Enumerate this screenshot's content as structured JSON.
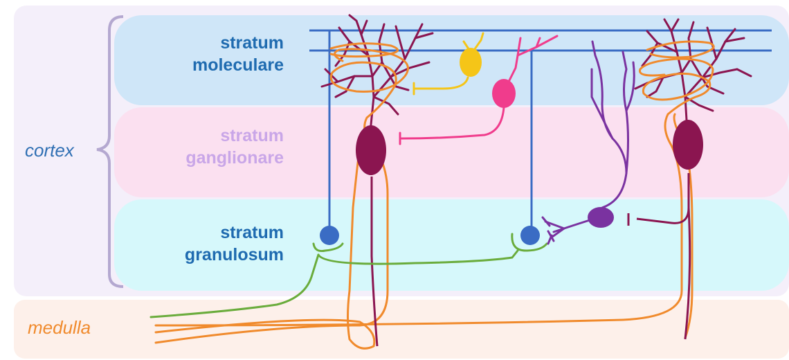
{
  "regions": {
    "cortex": {
      "label": "cortex",
      "color": "#2f6fb3"
    },
    "medulla": {
      "label": "medulla",
      "color": "#f08a2c"
    }
  },
  "layers": [
    {
      "line1": "stratum",
      "line2": "moleculare",
      "color": "#1f6bb0",
      "band": "#cfe6f8"
    },
    {
      "line1": "stratum",
      "line2": "ganglionare",
      "color": "#c9a6e8",
      "band": "#fbe0f0"
    },
    {
      "line1": "stratum",
      "line2": "granulosum",
      "color": "#1f6bb0",
      "band": "#d6f8fb"
    }
  ],
  "colors": {
    "cortex_bg": "#f4effa",
    "medulla_bg": "#fdf0ea",
    "brace": "#b4a8d0",
    "purkinje": "#8b1550",
    "climbing_fiber": "#f08a2c",
    "mossy_fiber": "#6aac3c",
    "granule": "#3a6cc4",
    "parallel_fiber": "#3a6cc4",
    "stellate": "#f5c518",
    "basket": "#f03c8c",
    "golgi": "#7a32a0"
  }
}
